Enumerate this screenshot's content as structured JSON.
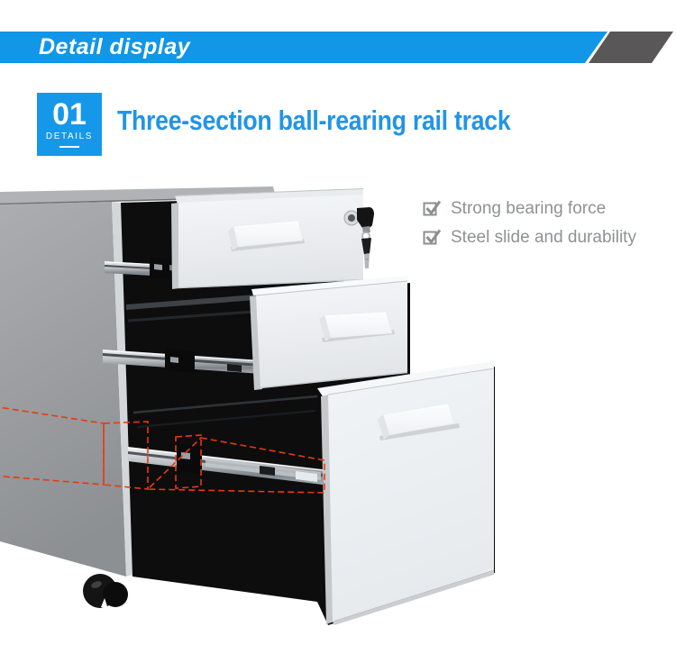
{
  "banner": {
    "label": "Detail display",
    "bg_color": "#1196e8",
    "accent_color": "#595757"
  },
  "badge": {
    "number": "01",
    "caption": "DETAILS",
    "bg_color": "#1598e9"
  },
  "heading": {
    "title": "Three-section ball-rearing rail track",
    "color": "#2194e8"
  },
  "features": {
    "text_color": "#8f9193",
    "items": [
      {
        "icon": "checkbox-checked-icon",
        "label": "Strong bearing force"
      },
      {
        "icon": "checkbox-checked-icon",
        "label": "Steel slide and durability"
      }
    ]
  },
  "photo": {
    "subject": "white three-drawer mobile filing cabinet, drawers open showing ball-bearing slide rails",
    "drawer_count": 3,
    "highlight_color": "#e8390f",
    "visible_parts": [
      "cabinet-top",
      "cabinet-side",
      "drawer-front",
      "drawer-handle",
      "lock-and-keys",
      "ball-bearing-rail",
      "caster-wheel",
      "annotation-boxes"
    ]
  }
}
